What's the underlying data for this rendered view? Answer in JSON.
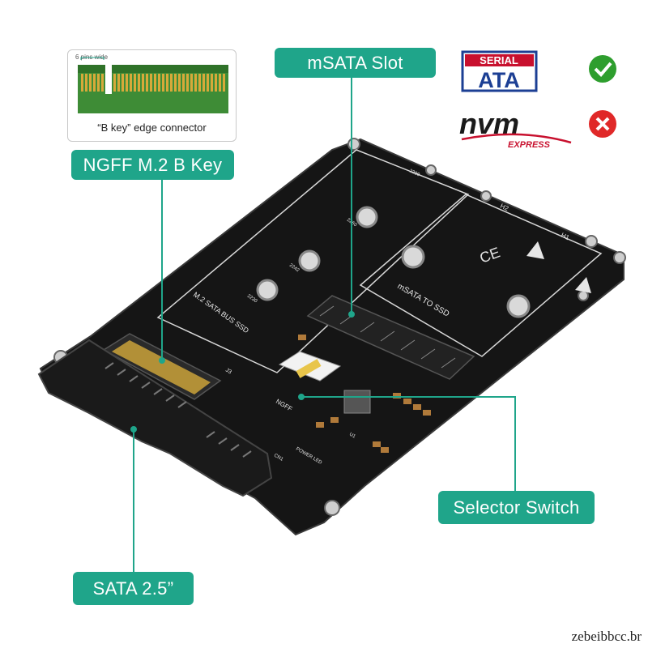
{
  "labels": {
    "msata_slot": "mSATA  Slot",
    "ngff": "NGFF M.2 B Key",
    "selector_switch": "Selector Switch",
    "sata": "SATA  2.5”"
  },
  "inset": {
    "caption": "“B key” edge connector",
    "pins_note": "6 pins wide"
  },
  "logos": {
    "serial_ata_top": "SERIAL",
    "serial_ata_bottom": "ATA",
    "nvm_top": "nvm",
    "nvm_bottom": "EXPRESS",
    "serial_ata_status": "check",
    "nvm_status": "cross"
  },
  "board": {
    "silk_m2": "M.2  SATA  BUS  SSD",
    "silk_msata": "mSATA  TO  SSD",
    "silk_2280": "2280",
    "silk_2260": "2260",
    "silk_2242": "2242",
    "silk_2230": "2230",
    "silk_h1": "H1",
    "silk_h2": "H2",
    "silk_j3": "J3",
    "silk_ngff": "NGFF",
    "silk_power_led": "POWER LED",
    "silk_cn1": "CN1",
    "silk_u1": "U1"
  },
  "watermark": "zebeibbcc.br",
  "colors": {
    "label_bg": "#1fa58a",
    "check": "#2e9e2e",
    "cross": "#e02828",
    "nvm_red": "#c8102e",
    "ata_blue": "#1c3f94"
  }
}
